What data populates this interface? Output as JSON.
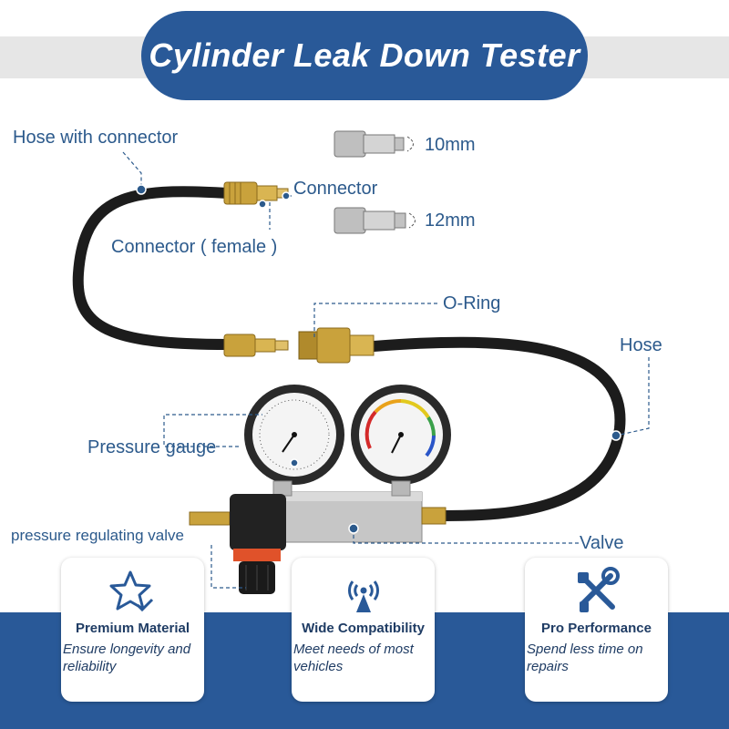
{
  "title": "Cylinder Leak Down Tester",
  "labels": {
    "hose_with_connector": "Hose with connector",
    "connector": "Connector",
    "connector_female": "Connector ( female )",
    "size_10": "10mm",
    "size_12": "12mm",
    "o_ring": "O-Ring",
    "hose": "Hose",
    "pressure_gauge": "Pressure gauge",
    "pressure_regulating_valve": "pressure regulating valve",
    "valve": "Valve"
  },
  "features": [
    {
      "icon": "star-check-icon",
      "title": "Premium Material",
      "desc": "Ensure longevity and reliability"
    },
    {
      "icon": "signal-tower-icon",
      "title": "Wide Compatibility",
      "desc": "Meet needs of most vehicles"
    },
    {
      "icon": "tools-icon",
      "title": "Pro Performance",
      "desc": "Spend less time on repairs"
    }
  ],
  "colors": {
    "brand_blue": "#295998",
    "label_text": "#2c5a8c",
    "brass": "#c9a23c",
    "hose": "#1c1c1c"
  }
}
